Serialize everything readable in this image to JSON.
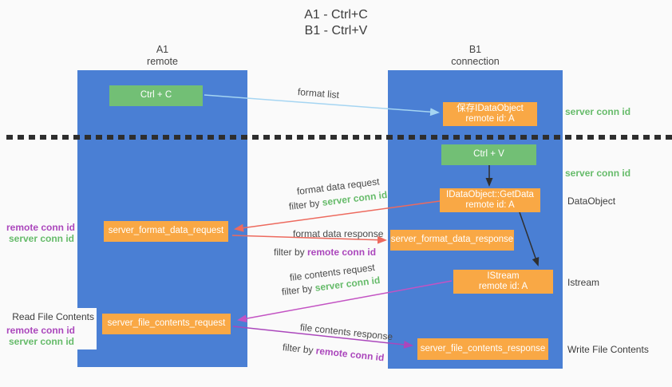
{
  "colors": {
    "background": "#FAFAFA",
    "column_blue": "#4A7FD4",
    "box_green": "#72BF75",
    "box_orange": "#F9A845",
    "arrow_blue": "#A5D5F2",
    "arrow_red": "#ED6A5E",
    "arrow_magenta": "#C353C3",
    "arrow_purple": "#AB47BC",
    "arrow_black": "#2F2F2F",
    "text_green": "#66BB6A",
    "text_purple": "#AB47BC",
    "text_dark": "#3C3C3C"
  },
  "title": {
    "line1": "A1 - Ctrl+C",
    "line2": "B1 - Ctrl+V"
  },
  "columns": {
    "left": {
      "name": "A1",
      "subtitle": "remote"
    },
    "right": {
      "name": "B1",
      "subtitle": "connection"
    }
  },
  "nodes": {
    "ctrl_c": {
      "label": "Ctrl + C"
    },
    "save_idataobject": {
      "line1": "保存IDataObject",
      "line2": "remote id: A"
    },
    "ctrl_v": {
      "label": "Ctrl + V"
    },
    "getdata": {
      "line1": "IDataObject::GetData",
      "line2": "remote id: A"
    },
    "format_request": {
      "label": "server_format_data_request"
    },
    "format_response": {
      "label": "server_format_data_response"
    },
    "istream": {
      "line1": "IStream",
      "line2": "remote id: A"
    },
    "file_request": {
      "label": "server_file_contents_request"
    },
    "file_response": {
      "label": "server_file_contents_response"
    }
  },
  "side_labels": {
    "server_conn_id_1": "server conn id",
    "server_conn_id_2": "server conn id",
    "dataobject": "DataObject",
    "istream": "Istream",
    "write_file_contents": "Write File Contents",
    "read_file_contents": "Read File Contents",
    "mid_remote_conn_id": "remote conn id",
    "mid_server_conn_id": "server conn id",
    "bottom_remote_conn_id": "remote conn id",
    "bottom_server_conn_id": "server conn id"
  },
  "arrow_labels": {
    "format_list": "format list",
    "format_data_request": "format data request",
    "format_data_response": "format data response",
    "file_contents_request": "file contents request",
    "file_contents_response": "file contents response",
    "filter_by": "filter by ",
    "filter_server_conn_id": "server conn id",
    "filter_remote_conn_id": "remote conn id"
  }
}
